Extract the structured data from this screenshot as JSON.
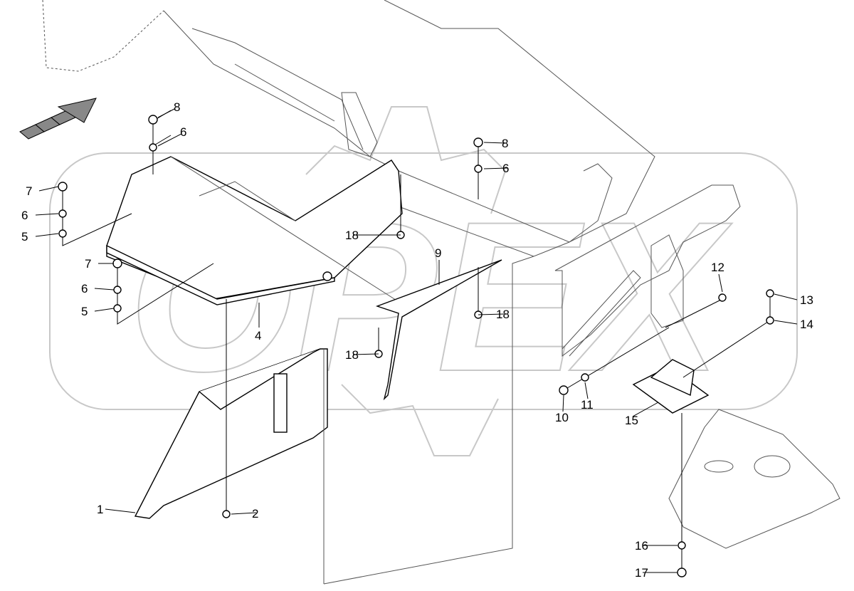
{
  "diagram": {
    "type": "exploded parts diagram",
    "watermark": "OPEX",
    "callouts": [
      "1",
      "2",
      "4",
      "5",
      "5",
      "6",
      "6",
      "6",
      "6",
      "7",
      "7",
      "8",
      "8",
      "9",
      "10",
      "11",
      "12",
      "13",
      "14",
      "15",
      "16",
      "17",
      "18",
      "18",
      "18"
    ]
  }
}
